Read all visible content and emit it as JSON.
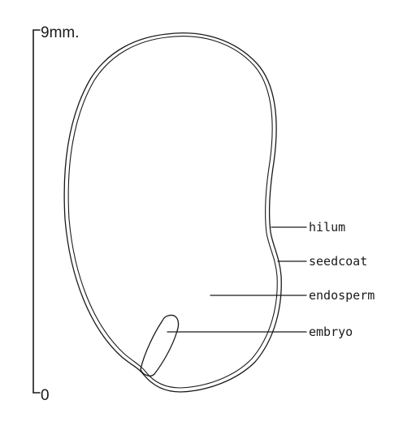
{
  "scale": {
    "top_label": "9mm.",
    "bottom_label": "0"
  },
  "labels": {
    "hilum": "hilum",
    "seedcoat": "seedcoat",
    "endosperm": "endosperm",
    "embryo": "embryo"
  },
  "colors": {
    "ink": "#1a1a1a",
    "background": "#ffffff"
  }
}
